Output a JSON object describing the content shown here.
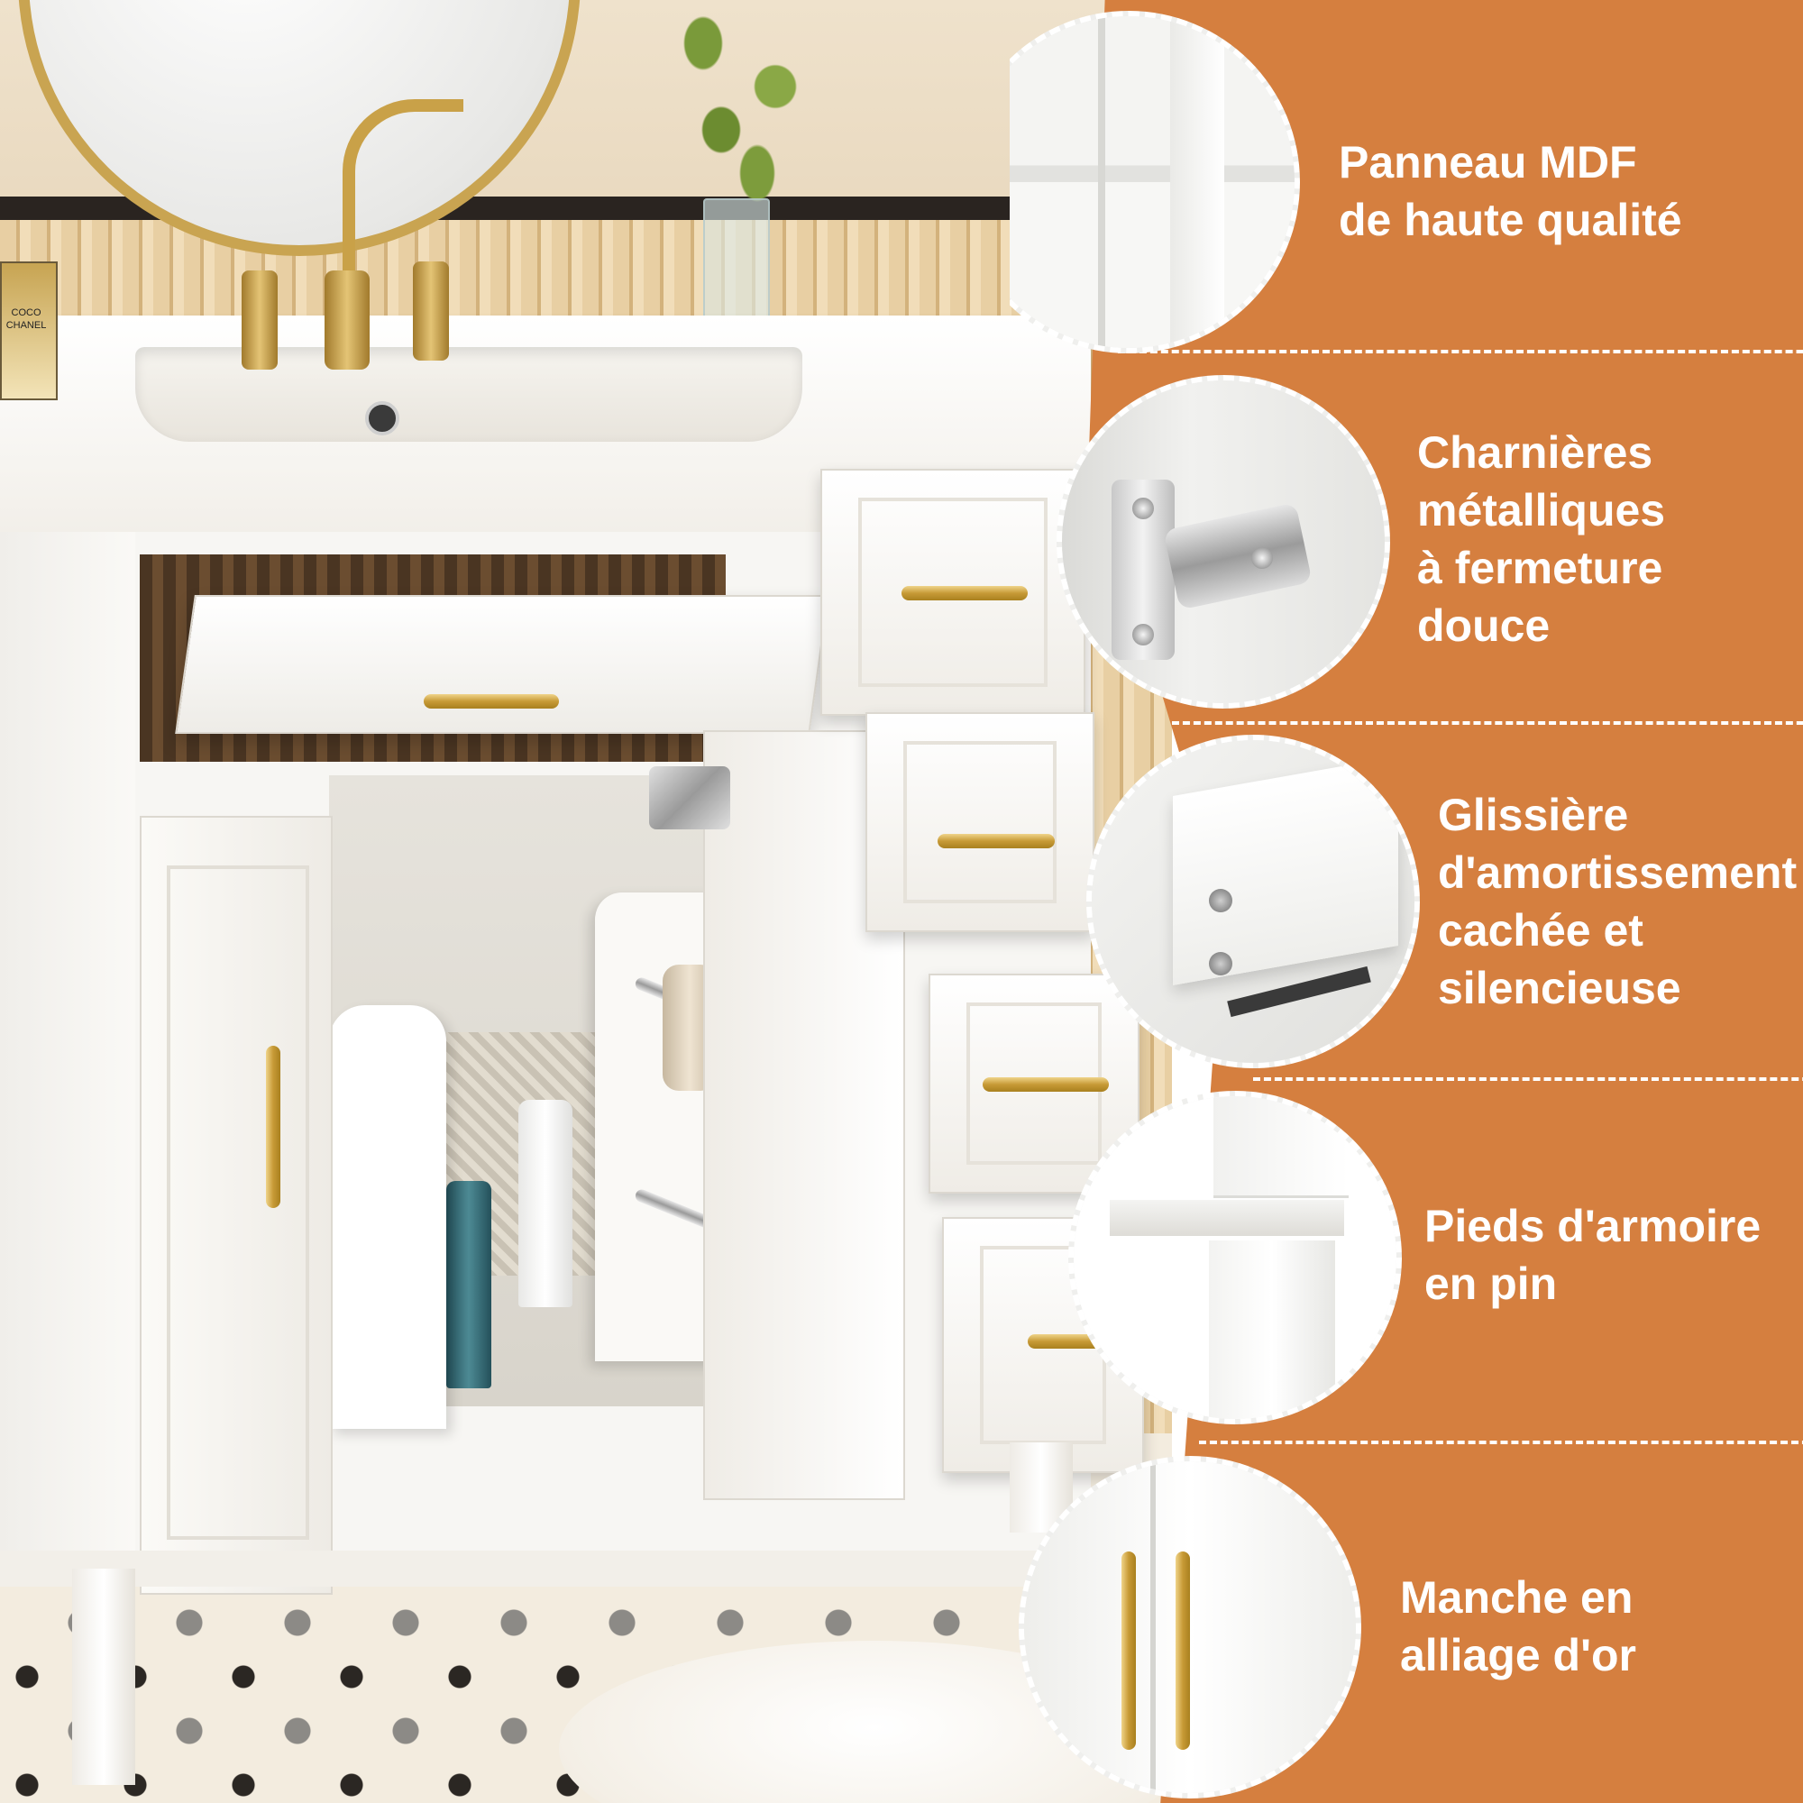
{
  "product": {
    "perfume_label": "COCO\nCHANEL"
  },
  "features": [
    {
      "label": "Panneau MDF\nde haute qualité",
      "icon": "mdf-panel-closeup"
    },
    {
      "label": "Charnières\nmétalliques\nà fermeture\ndouce",
      "icon": "metal-hinge-closeup"
    },
    {
      "label": "Glissière\nd'amortissement\ncachée et\nsilencieuse",
      "icon": "drawer-slide-closeup"
    },
    {
      "label": "Pieds d'armoire\nen pin",
      "icon": "pine-leg-closeup"
    },
    {
      "label": "Manche en\nalliage d'or",
      "icon": "gold-handle-closeup"
    }
  ],
  "colors": {
    "accent_orange": "#d57f3f",
    "label_text": "#ffffff",
    "gold": "#c79a36",
    "cabinet_white": "#f7f6f3"
  }
}
